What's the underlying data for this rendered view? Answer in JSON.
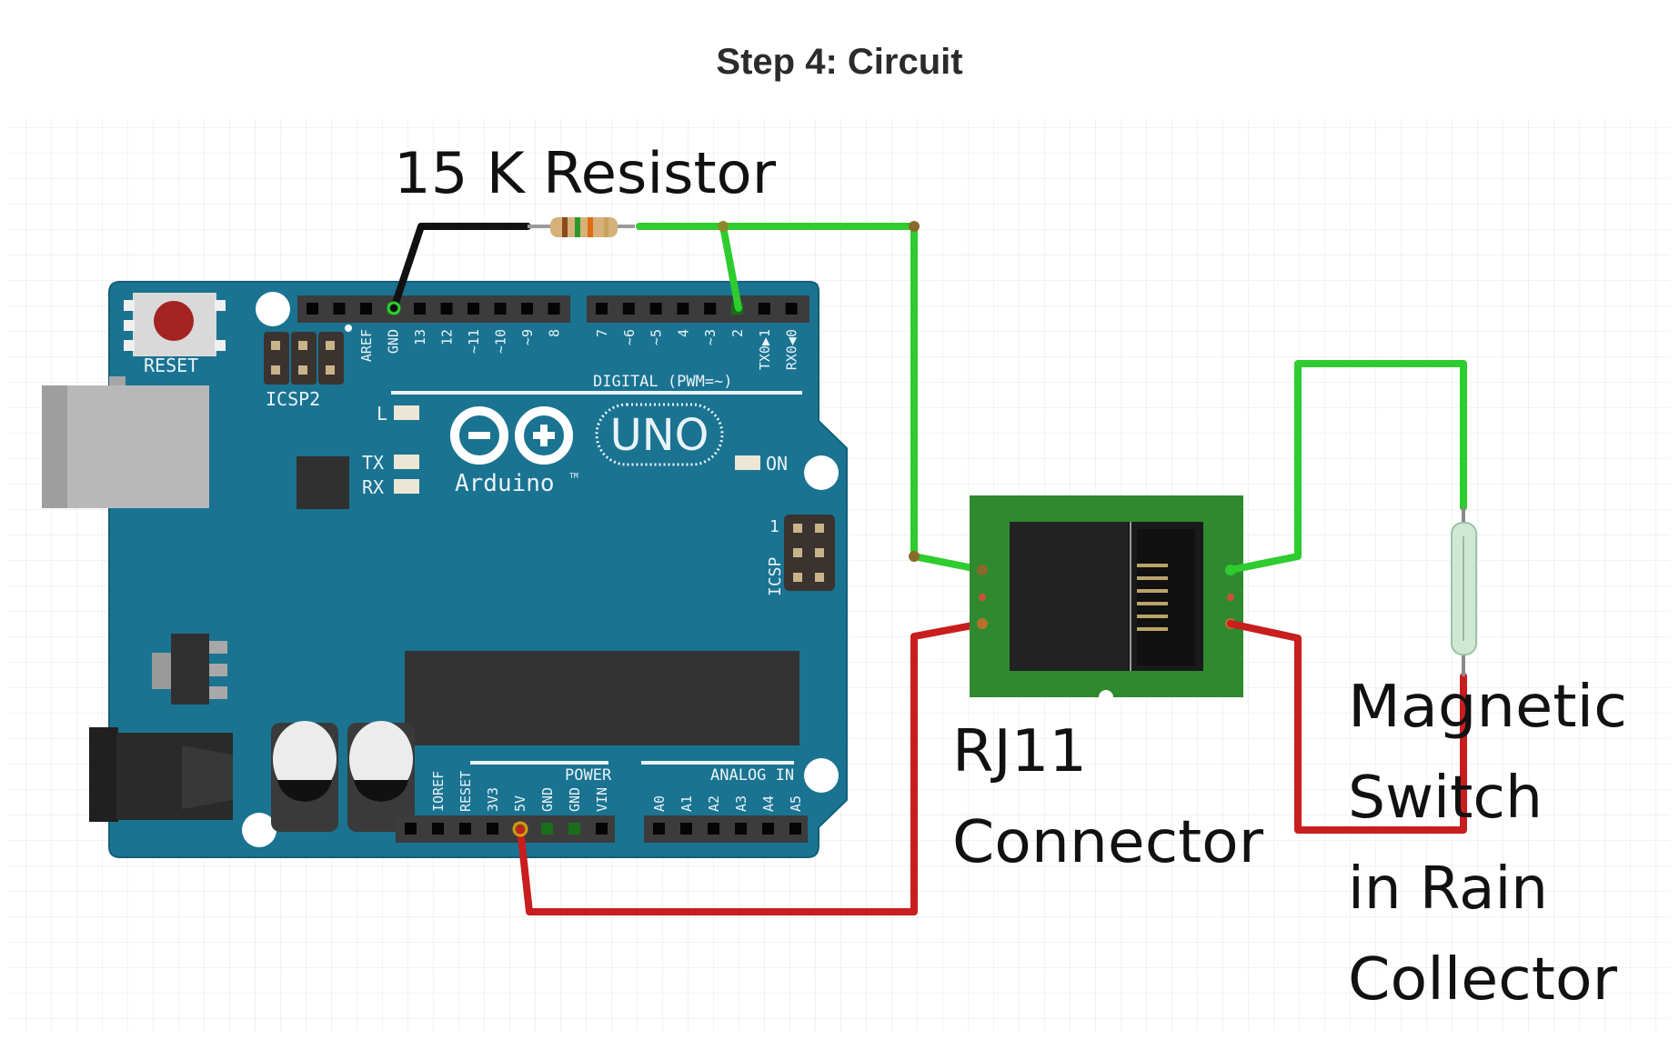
{
  "page": {
    "title": "Step 4: Circuit"
  },
  "diagram": {
    "labels": {
      "resistor": "15 K Resistor",
      "rj11_line1": "RJ11",
      "rj11_line2": "Connector",
      "switch_line1": "Magnetic",
      "switch_line2": "Switch",
      "switch_line3": "in Rain",
      "switch_line4": "Collector"
    },
    "board": {
      "reset_label": "RESET",
      "icsp2_label": "ICSP2",
      "icsp_label": "ICSP",
      "icsp_pin1": "1",
      "digital_label": "DIGITAL (PWM=~)",
      "power_label": "POWER",
      "analog_label": "ANALOG IN",
      "led_l": "L",
      "led_tx": "TX",
      "led_rx": "RX",
      "led_on": "ON",
      "logo_text": "Arduino",
      "logo_tm": "TM",
      "model": "UNO",
      "digital_pins_left": [
        "AREF",
        "GND",
        "13",
        "12",
        "~11",
        "~10",
        "~9",
        "8"
      ],
      "digital_pins_right": [
        "7",
        "~6",
        "~5",
        "4",
        "~3",
        "2",
        "TX0▶1",
        "RX0◀0"
      ],
      "power_pins": [
        "IOREF",
        "RESET",
        "3V3",
        "5V",
        "GND",
        "GND",
        "VIN"
      ],
      "analog_pins": [
        "A0",
        "A1",
        "A2",
        "A3",
        "A4",
        "A5"
      ]
    },
    "colors": {
      "board": "#1a7391",
      "board_edge": "#11607a",
      "header": "#3c3c3c",
      "wire_green": "#2ecc2e",
      "wire_red": "#c81e1e",
      "wire_black": "#111111",
      "rj11_pcb": "#2f8a2f",
      "grid": "#e6e6e6"
    },
    "connections": [
      {
        "from": "GND (digital header)",
        "to": "15 K Resistor",
        "color": "black"
      },
      {
        "from": "15 K Resistor",
        "to": "Digital pin 2",
        "color": "green"
      },
      {
        "from": "15 K Resistor",
        "to": "RJ11 Connector (left top)",
        "color": "green"
      },
      {
        "from": "5V",
        "to": "RJ11 Connector (left bottom)",
        "color": "red"
      },
      {
        "from": "RJ11 Connector (right top)",
        "to": "Magnetic Switch (top)",
        "color": "green"
      },
      {
        "from": "RJ11 Connector (right bottom)",
        "to": "Magnetic Switch (bottom)",
        "color": "red"
      }
    ]
  }
}
